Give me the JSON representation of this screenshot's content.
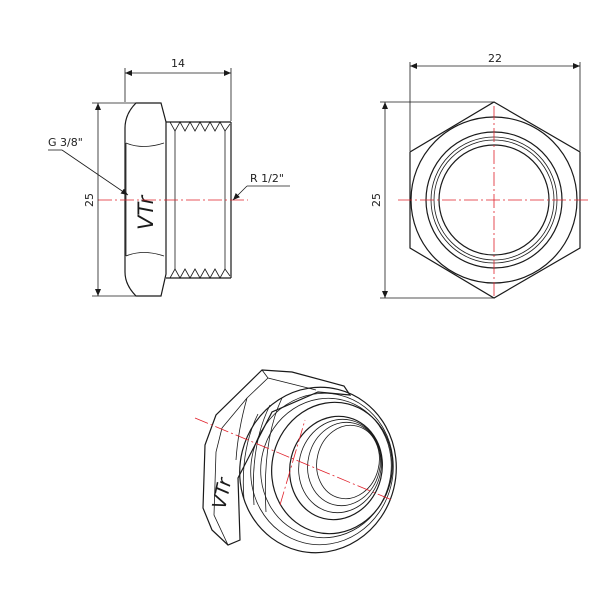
{
  "colors": {
    "outline": "#1a1a1a",
    "centerline": "#e0202a",
    "background": "#ffffff"
  },
  "side_view": {
    "dim_length": "14",
    "dim_height": "25",
    "label_inner_thread": "G 3/8\"",
    "label_outer_thread": "R 1/2\"",
    "brand": "VTr"
  },
  "front_view": {
    "dim_width": "22",
    "dim_height": "25"
  },
  "iso_view": {
    "brand": "VTr"
  }
}
